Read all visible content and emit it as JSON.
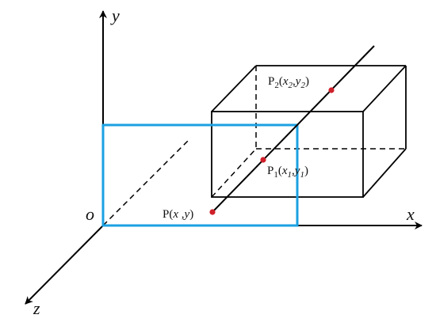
{
  "axes": {
    "x": "x",
    "y": "y",
    "z": "z",
    "origin": "o"
  },
  "points": {
    "p": {
      "base": "P",
      "open": "(",
      "a": "x",
      "sep": " ,",
      "b": "y",
      "close": ")"
    },
    "p1": {
      "base": "P",
      "sub": "1",
      "open": "(",
      "a": "x",
      "a_sub": "1",
      "sep": ",",
      "b": "y",
      "b_sub": "1",
      "close": ")"
    },
    "p2": {
      "base": "P",
      "sub": "2",
      "open": "(",
      "a": "x",
      "a_sub": "2",
      "sep": ",",
      "b": "y",
      "b_sub": "2",
      "close": ")"
    }
  },
  "colors": {
    "lines": "#000000",
    "projection_rect": "#1ba1e2",
    "point_fill": "#d0202a"
  }
}
